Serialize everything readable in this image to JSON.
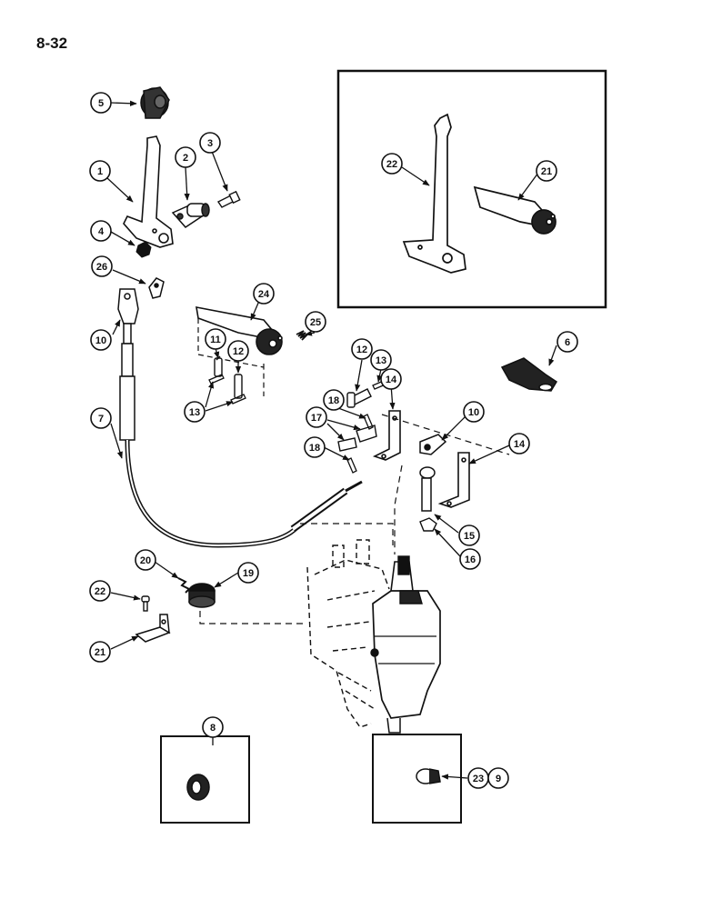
{
  "page_number": "8-32",
  "callouts": {
    "c1": "1",
    "c2": "2",
    "c3": "3",
    "c4": "4",
    "c5": "5",
    "c6": "6",
    "c7": "7",
    "c8": "8",
    "c9": "9",
    "c10a": "10",
    "c10b": "10",
    "c11": "11",
    "c12a": "12",
    "c12b": "12",
    "c13a": "13",
    "c13b": "13",
    "c14a": "14",
    "c14b": "14",
    "c15": "15",
    "c16": "16",
    "c17": "17",
    "c18a": "18",
    "c18b": "18",
    "c19": "19",
    "c20": "20",
    "c21a": "21",
    "c21b": "21",
    "c22a": "22",
    "c22b": "22",
    "c23": "23",
    "c24": "24",
    "c25": "25",
    "c26": "26"
  },
  "colors": {
    "ink": "#111111",
    "paper": "#ffffff",
    "shade": "#2a2a2a"
  }
}
